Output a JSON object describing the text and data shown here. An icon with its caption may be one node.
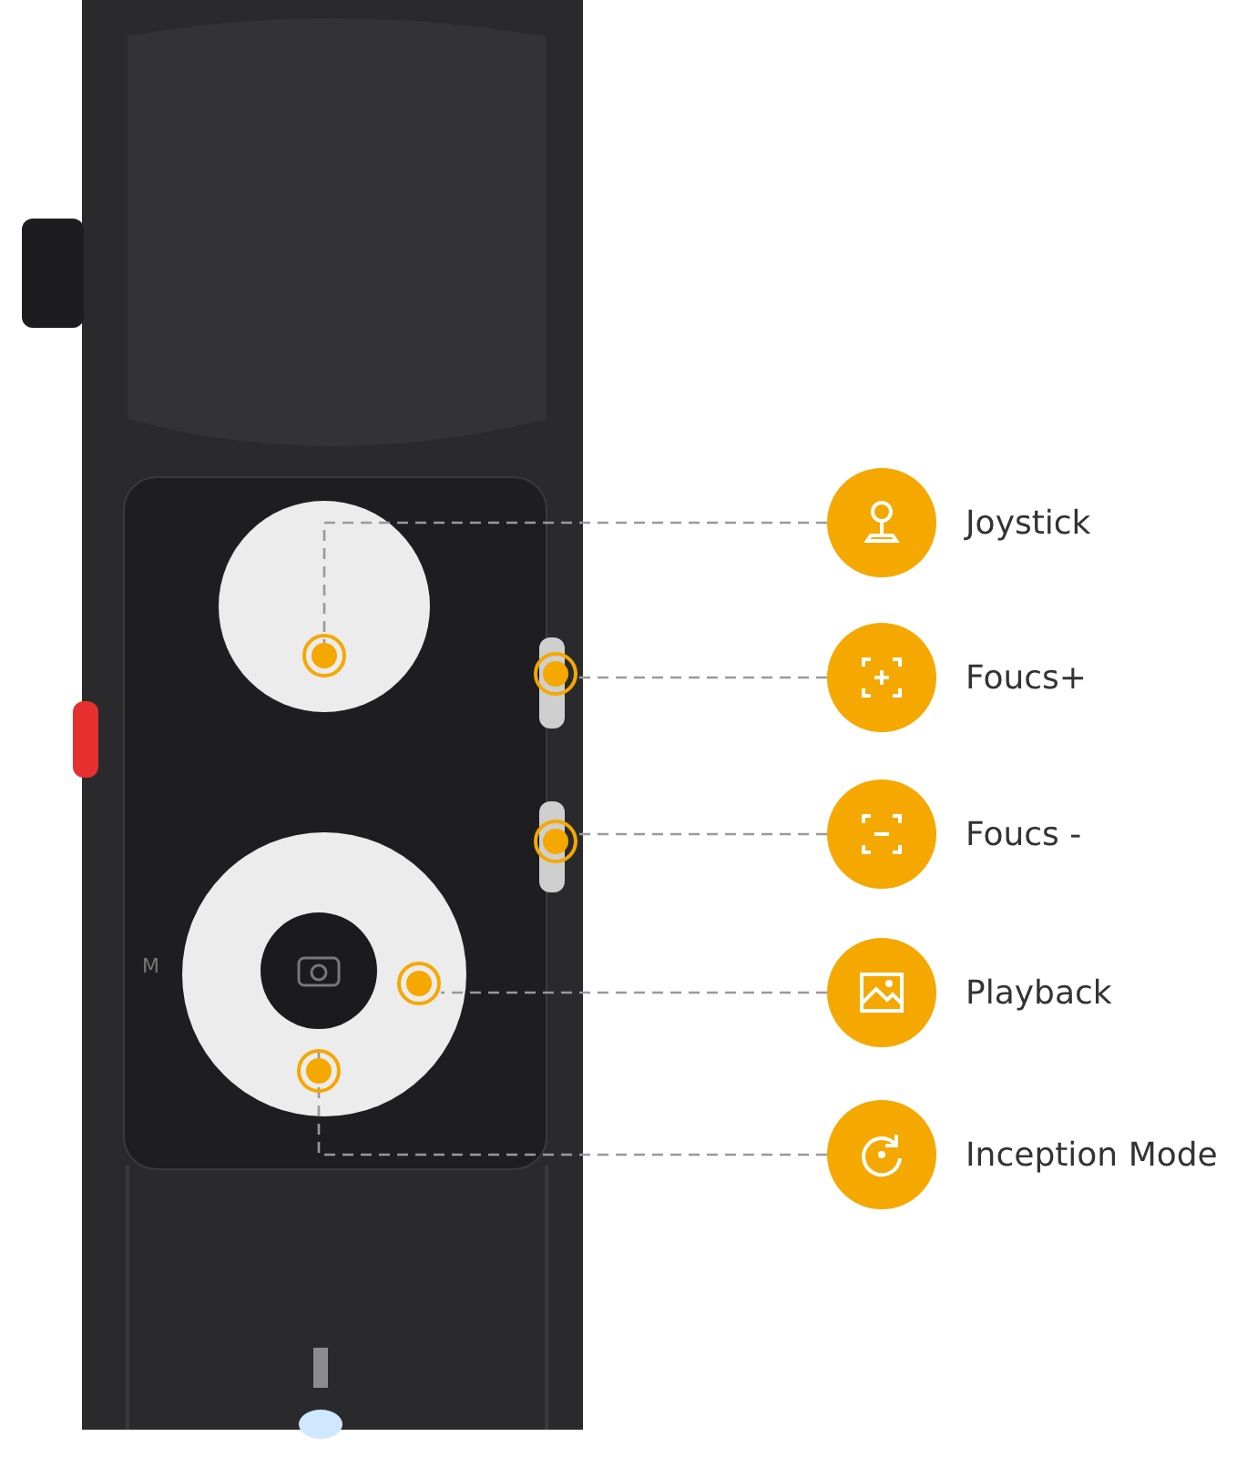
{
  "diagram": {
    "nodes": [
      {
        "text": [
          "Joystick"
        ]
      },
      {
        "text": [
          "Foucs+"
        ]
      },
      {
        "text": [
          "Foucs -"
        ]
      },
      {
        "text": [
          "Playback"
        ]
      },
      {
        "text": [
          "Inception Mode"
        ]
      },
      {
        "text": [],
        "shape": "circle"
      },
      {
        "text": [],
        "shape": "circle"
      },
      {
        "text": [],
        "shape": "circle"
      },
      {
        "text": [],
        "shape": "circle"
      },
      {
        "text": [],
        "shape": "circle"
      }
    ],
    "edges": [
      {
        "from": 0,
        "to": 5,
        "arrow": "none",
        "style": "dashed"
      },
      {
        "from": 1,
        "to": 6,
        "arrow": "none",
        "style": "dashed"
      },
      {
        "from": 2,
        "to": 7,
        "arrow": "none",
        "style": "dashed"
      },
      {
        "from": 3,
        "to": 8,
        "arrow": "none",
        "style": "dashed"
      },
      {
        "from": 4,
        "to": 9,
        "arrow": "none",
        "style": "dashed"
      }
    ],
    "labels": [
      "M"
    ]
  }
}
